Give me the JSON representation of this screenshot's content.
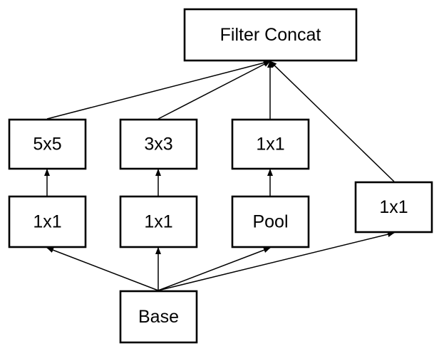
{
  "diagram": {
    "nodes": {
      "filter_concat": "Filter Concat",
      "conv5x5": "5x5",
      "conv3x3": "3x3",
      "conv1x1_top": "1x1",
      "reduce1x1_a": "1x1",
      "reduce1x1_b": "1x1",
      "pool": "Pool",
      "conv1x1_right": "1x1",
      "base": "Base"
    },
    "edges": [
      [
        "base",
        "reduce1x1_a"
      ],
      [
        "base",
        "reduce1x1_b"
      ],
      [
        "base",
        "pool"
      ],
      [
        "base",
        "conv1x1_right"
      ],
      [
        "reduce1x1_a",
        "conv5x5"
      ],
      [
        "reduce1x1_b",
        "conv3x3"
      ],
      [
        "pool",
        "conv1x1_top"
      ],
      [
        "conv5x5",
        "filter_concat"
      ],
      [
        "conv3x3",
        "filter_concat"
      ],
      [
        "conv1x1_top",
        "filter_concat"
      ],
      [
        "conv1x1_right",
        "filter_concat"
      ]
    ]
  }
}
